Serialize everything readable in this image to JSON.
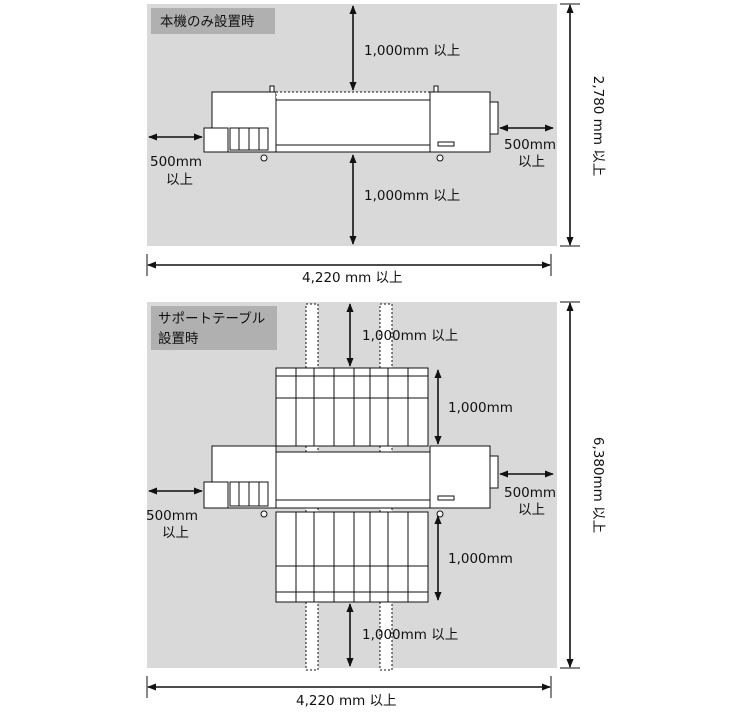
{
  "colors": {
    "area_fill": "#d9d9d9",
    "tag_fill": "#b0b0b0",
    "machine_fill": "#ffffff",
    "line": "#111111"
  },
  "top": {
    "tag": "本機のみ設置時",
    "clear_top": "1,000mm 以上",
    "clear_bottom": "1,000mm 以上",
    "clear_left_value": "500mm",
    "clear_left_suffix": "以上",
    "clear_right_value": "500mm",
    "clear_right_suffix": "以上",
    "width": "4,220 mm 以上",
    "height": "2,780 mm 以上"
  },
  "bottom": {
    "tag_line1": "サポートテーブル",
    "tag_line2": "設置時",
    "clear_top": "1,000mm 以上",
    "clear_bottom": "1,000mm 以上",
    "table_top": "1,000mm",
    "table_bottom": "1,000mm",
    "clear_left_value": "500mm",
    "clear_left_suffix": "以上",
    "clear_right_value": "500mm",
    "clear_right_suffix": "以上",
    "width": "4,220 mm 以上",
    "height": "6,380mm 以上"
  }
}
